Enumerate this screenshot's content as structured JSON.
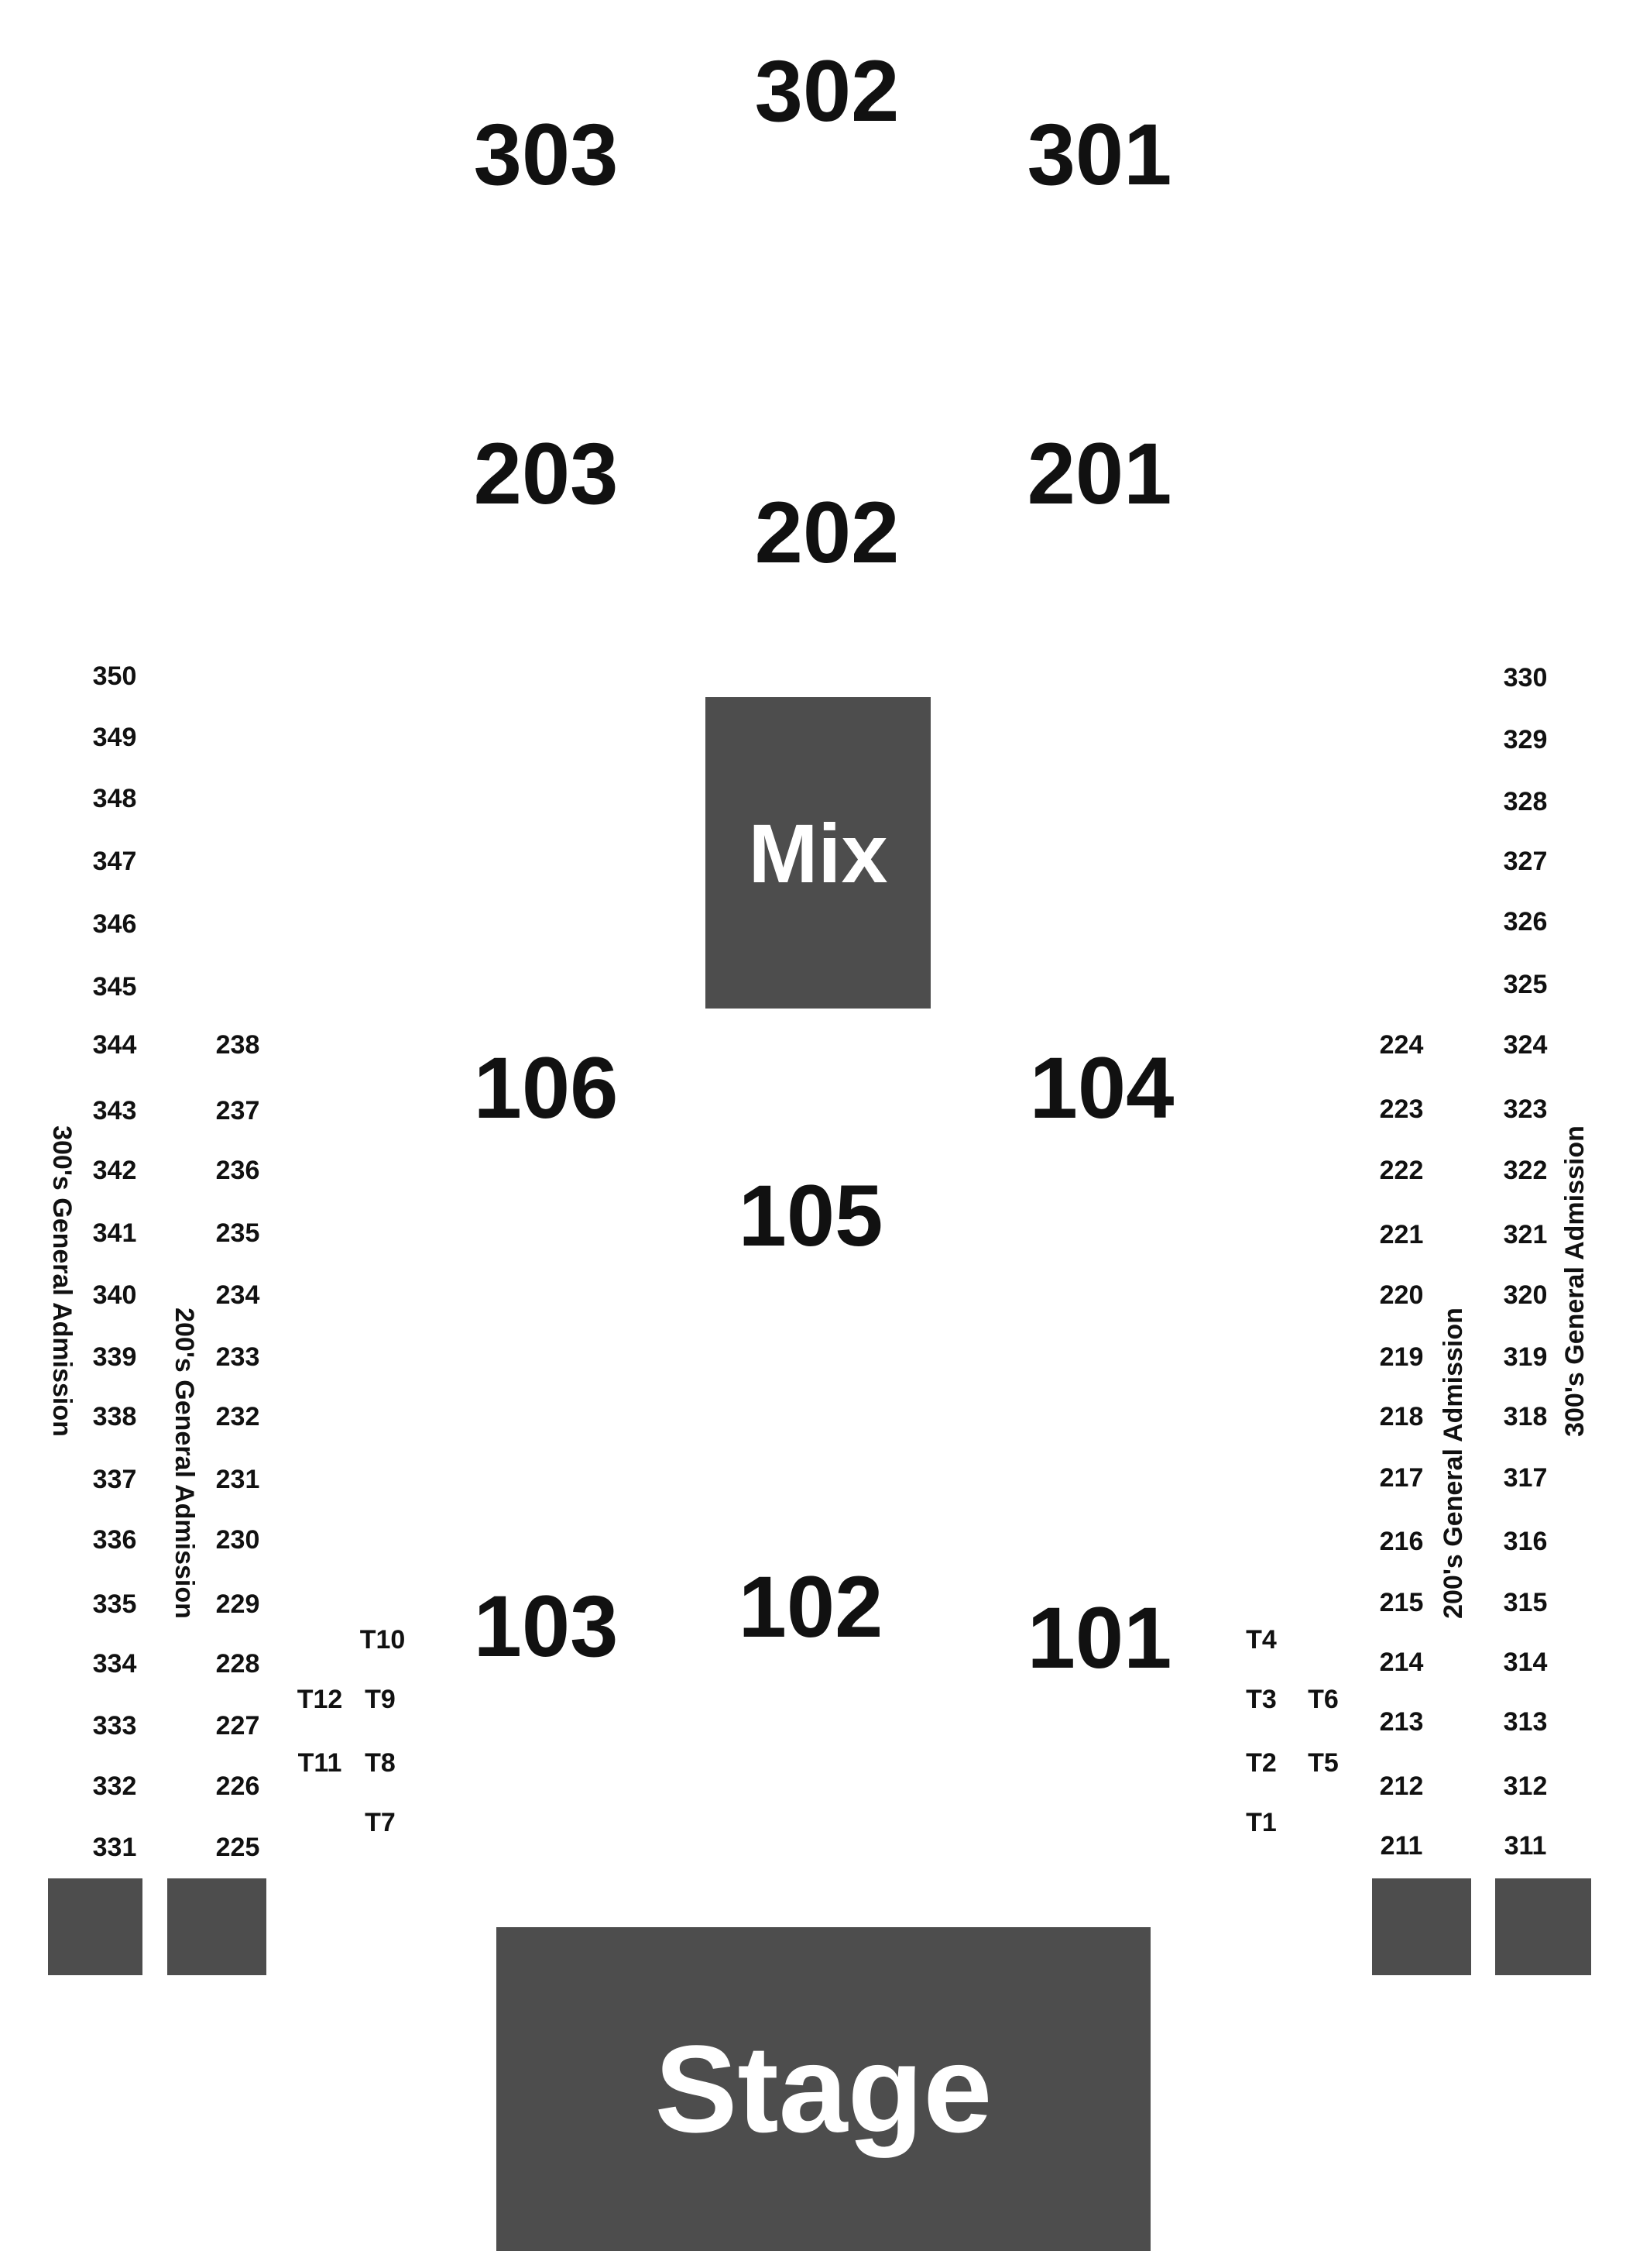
{
  "colors": {
    "background": "#ffffff",
    "text": "#111111",
    "block_fill": "#4d4d4d",
    "block_text": "#ffffff"
  },
  "blocks": {
    "mix": "Mix",
    "stage": "Stage"
  },
  "sections_main": {
    "s302": "302",
    "s303": "303",
    "s301": "301",
    "s203": "203",
    "s201": "201",
    "s202": "202",
    "s106": "106",
    "s104": "104",
    "s105": "105",
    "s103": "103",
    "s102": "102",
    "s101": "101"
  },
  "left_300": [
    "350",
    "349",
    "348",
    "347",
    "346",
    "345",
    "344",
    "343",
    "342",
    "341",
    "340",
    "339",
    "338",
    "337",
    "336",
    "335",
    "334",
    "333",
    "332",
    "331"
  ],
  "left_200": [
    "238",
    "237",
    "236",
    "235",
    "234",
    "233",
    "232",
    "231",
    "230",
    "229",
    "228",
    "227",
    "226",
    "225"
  ],
  "right_200": [
    "224",
    "223",
    "222",
    "221",
    "220",
    "219",
    "218",
    "217",
    "216",
    "215",
    "214",
    "213",
    "212",
    "211"
  ],
  "right_300": [
    "330",
    "329",
    "328",
    "327",
    "326",
    "325",
    "324",
    "323",
    "322",
    "321",
    "320",
    "319",
    "318",
    "317",
    "316",
    "315",
    "314",
    "313",
    "312",
    "311"
  ],
  "tables_left": {
    "t10": "T10",
    "t12": "T12",
    "t9": "T9",
    "t11": "T11",
    "t8": "T8",
    "t7": "T7"
  },
  "tables_right": {
    "t4": "T4",
    "t3": "T3",
    "t6": "T6",
    "t2": "T2",
    "t5": "T5",
    "t1": "T1"
  },
  "ga_labels": {
    "left_300_ga": "300's General Admission",
    "left_200_ga": "200's General Admission",
    "right_200_ga": "200's General Admission",
    "right_300_ga": "300's General Admission"
  }
}
